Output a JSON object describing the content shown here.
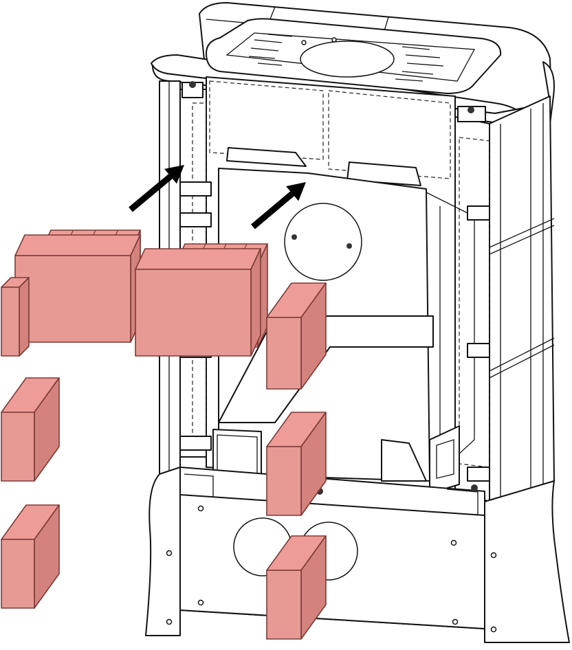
{
  "figure": {
    "colors": {
      "brick_front": "#e79a94",
      "brick_top": "#ee9c98",
      "brick_side": "#d4827d",
      "brick_edge": "#7a3a36",
      "outline": "#111111",
      "background": "#ffffff",
      "arrow": "#000000"
    },
    "parts": {
      "stove_body": "stove-body",
      "top_plate": "top-plate",
      "refractory_bricks_count": 9,
      "arrows_count": 2
    }
  }
}
